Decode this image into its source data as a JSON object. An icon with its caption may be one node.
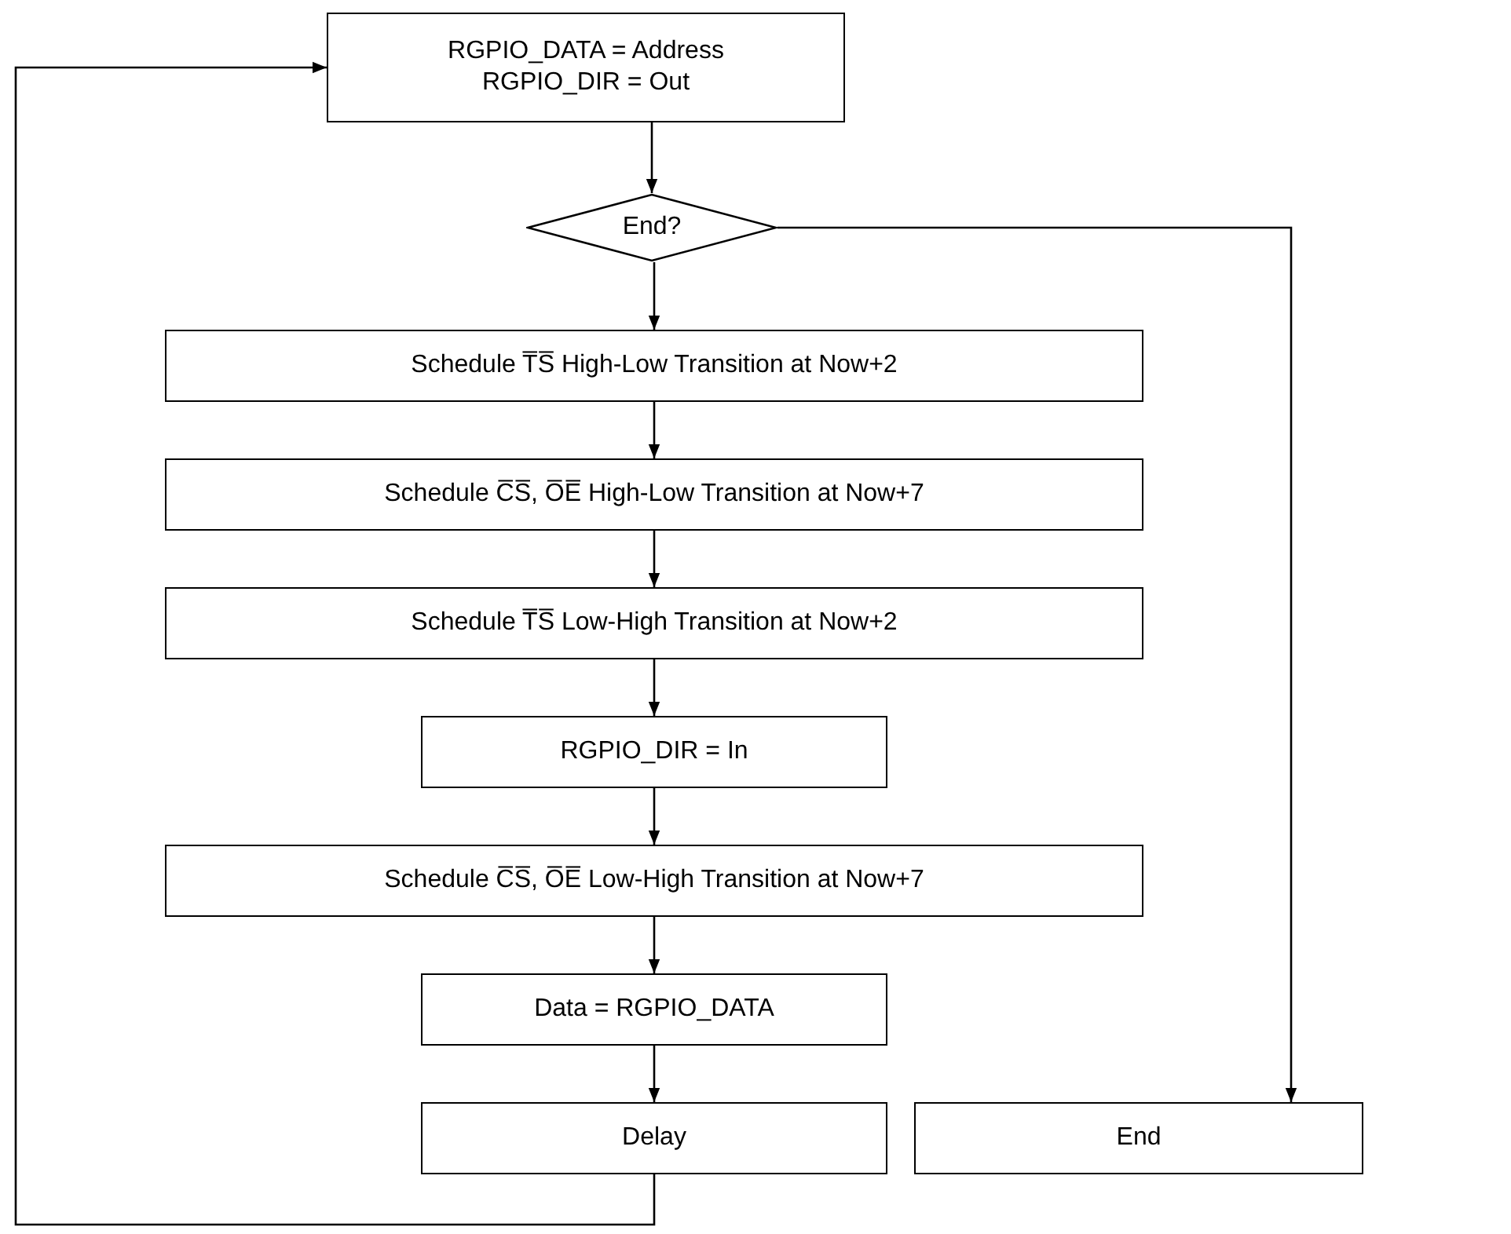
{
  "diagram": {
    "nodes": [
      {
        "text": [
          "RGPIO_DATA = Address RGPIO_DIR = Out"
        ]
      },
      {
        "text": [
          "End?"
        ]
      },
      {
        "text": [
          "Schedule T̅S̅ High-Low Transition at Now+2"
        ]
      },
      {
        "text": [
          "Schedule C̅S̅, O̅E̅ High-Low Transition at Now+7"
        ]
      },
      {
        "text": [
          "Schedule T̅S̅ Low-High Transition at Now+2"
        ]
      },
      {
        "text": [
          "RGPIO_DIR = In"
        ]
      },
      {
        "text": [
          "Schedule C̅S̅, O̅E̅ Low-High Transition at Now+7"
        ]
      },
      {
        "text": [
          "Data = RGPIO_DATA"
        ]
      },
      {
        "text": [
          "Delay"
        ]
      },
      {
        "text": [
          "End"
        ]
      }
    ],
    "edges": [
      {
        "from": 0,
        "to": 1,
        "arrow": "to"
      },
      {
        "from": 1,
        "to": 2,
        "arrow": "to"
      },
      {
        "from": 2,
        "to": 3,
        "arrow": "to"
      },
      {
        "from": 3,
        "to": 4,
        "arrow": "to"
      },
      {
        "from": 4,
        "to": 5,
        "arrow": "to"
      },
      {
        "from": 5,
        "to": 6,
        "arrow": "to"
      },
      {
        "from": 6,
        "to": 7,
        "arrow": "to"
      },
      {
        "from": 7,
        "to": 8,
        "arrow": "to"
      },
      {
        "from": 1,
        "to": 9,
        "arrow": "to"
      },
      {
        "from": 8,
        "to": 0,
        "arrow": "to"
      }
    ]
  }
}
